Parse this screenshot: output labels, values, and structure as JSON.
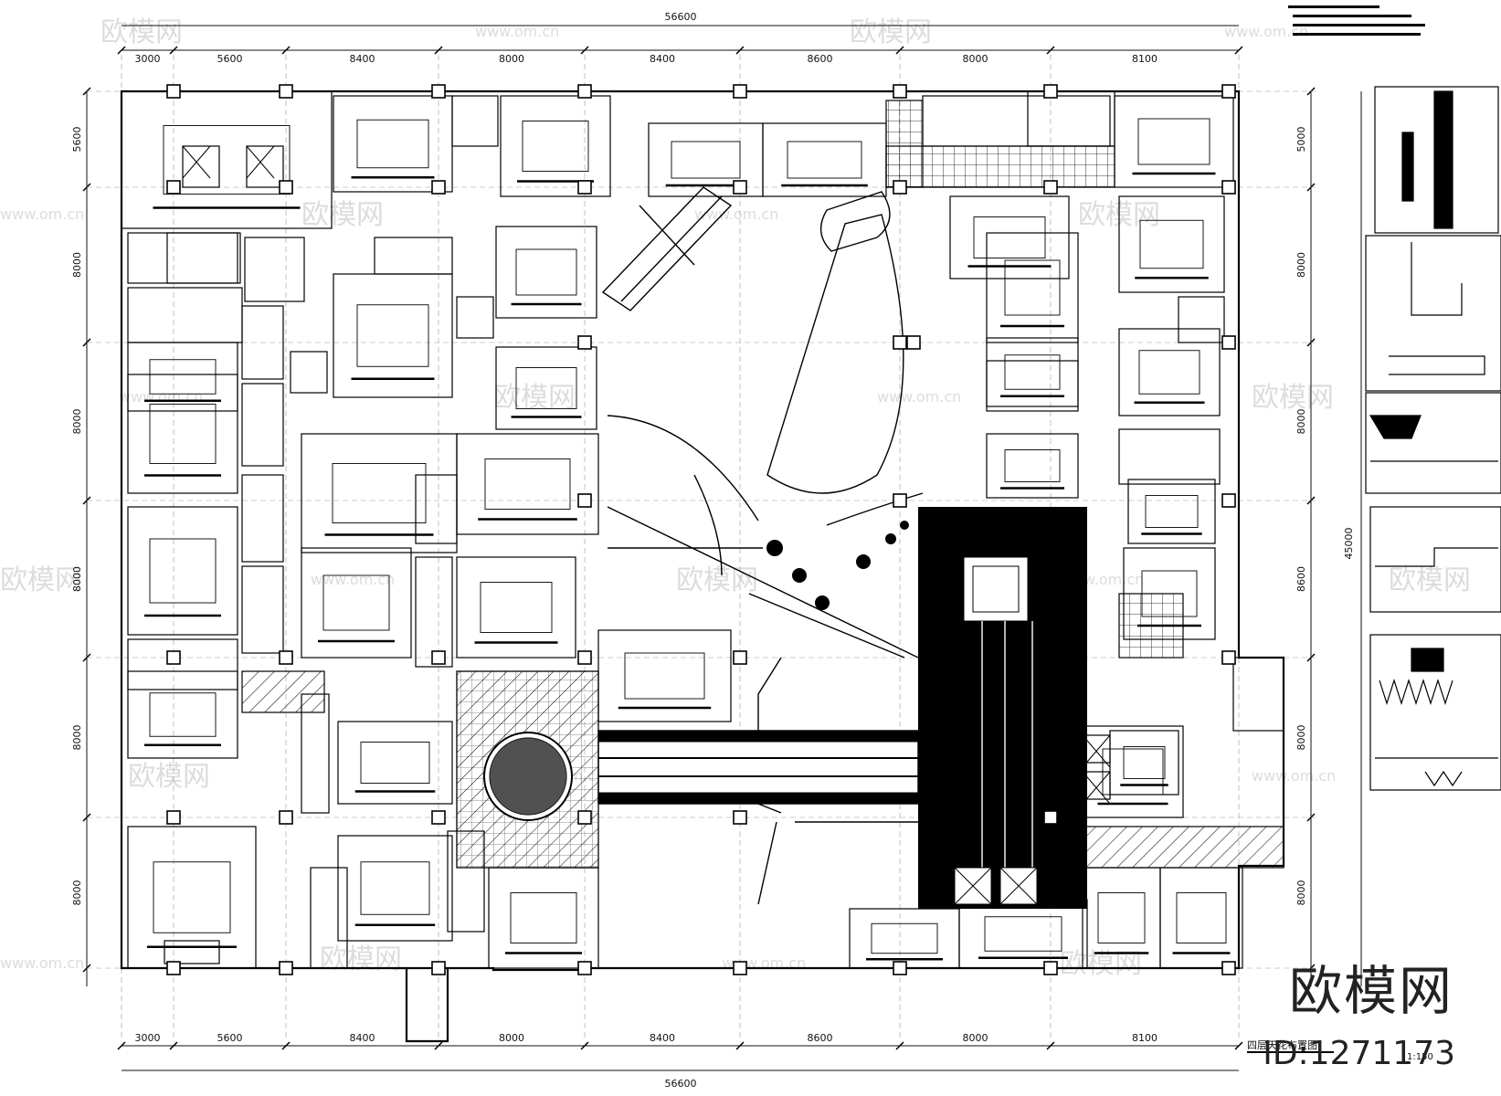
{
  "drawing": {
    "total_width_top": "56600",
    "total_width_bottom": "56600",
    "top_segments": [
      "3000",
      "5600",
      "8400",
      "8000",
      "8400",
      "8600",
      "8000",
      "8100"
    ],
    "bottom_segments": [
      "3000",
      "5600",
      "8400",
      "8000",
      "8400",
      "8600",
      "8000",
      "8100"
    ],
    "left_segments": [
      "5600",
      "8000",
      "8000",
      "8000",
      "8000",
      "8000"
    ],
    "right_segments": [
      "5000",
      "8000",
      "8000",
      "8600",
      "8000",
      "8000"
    ],
    "right_total": "45000",
    "title": "四层天花布置图",
    "scale": "1:150"
  },
  "watermark": {
    "brand": "欧模网",
    "site": "www.om.cn",
    "id_label": "ID:1271173"
  }
}
